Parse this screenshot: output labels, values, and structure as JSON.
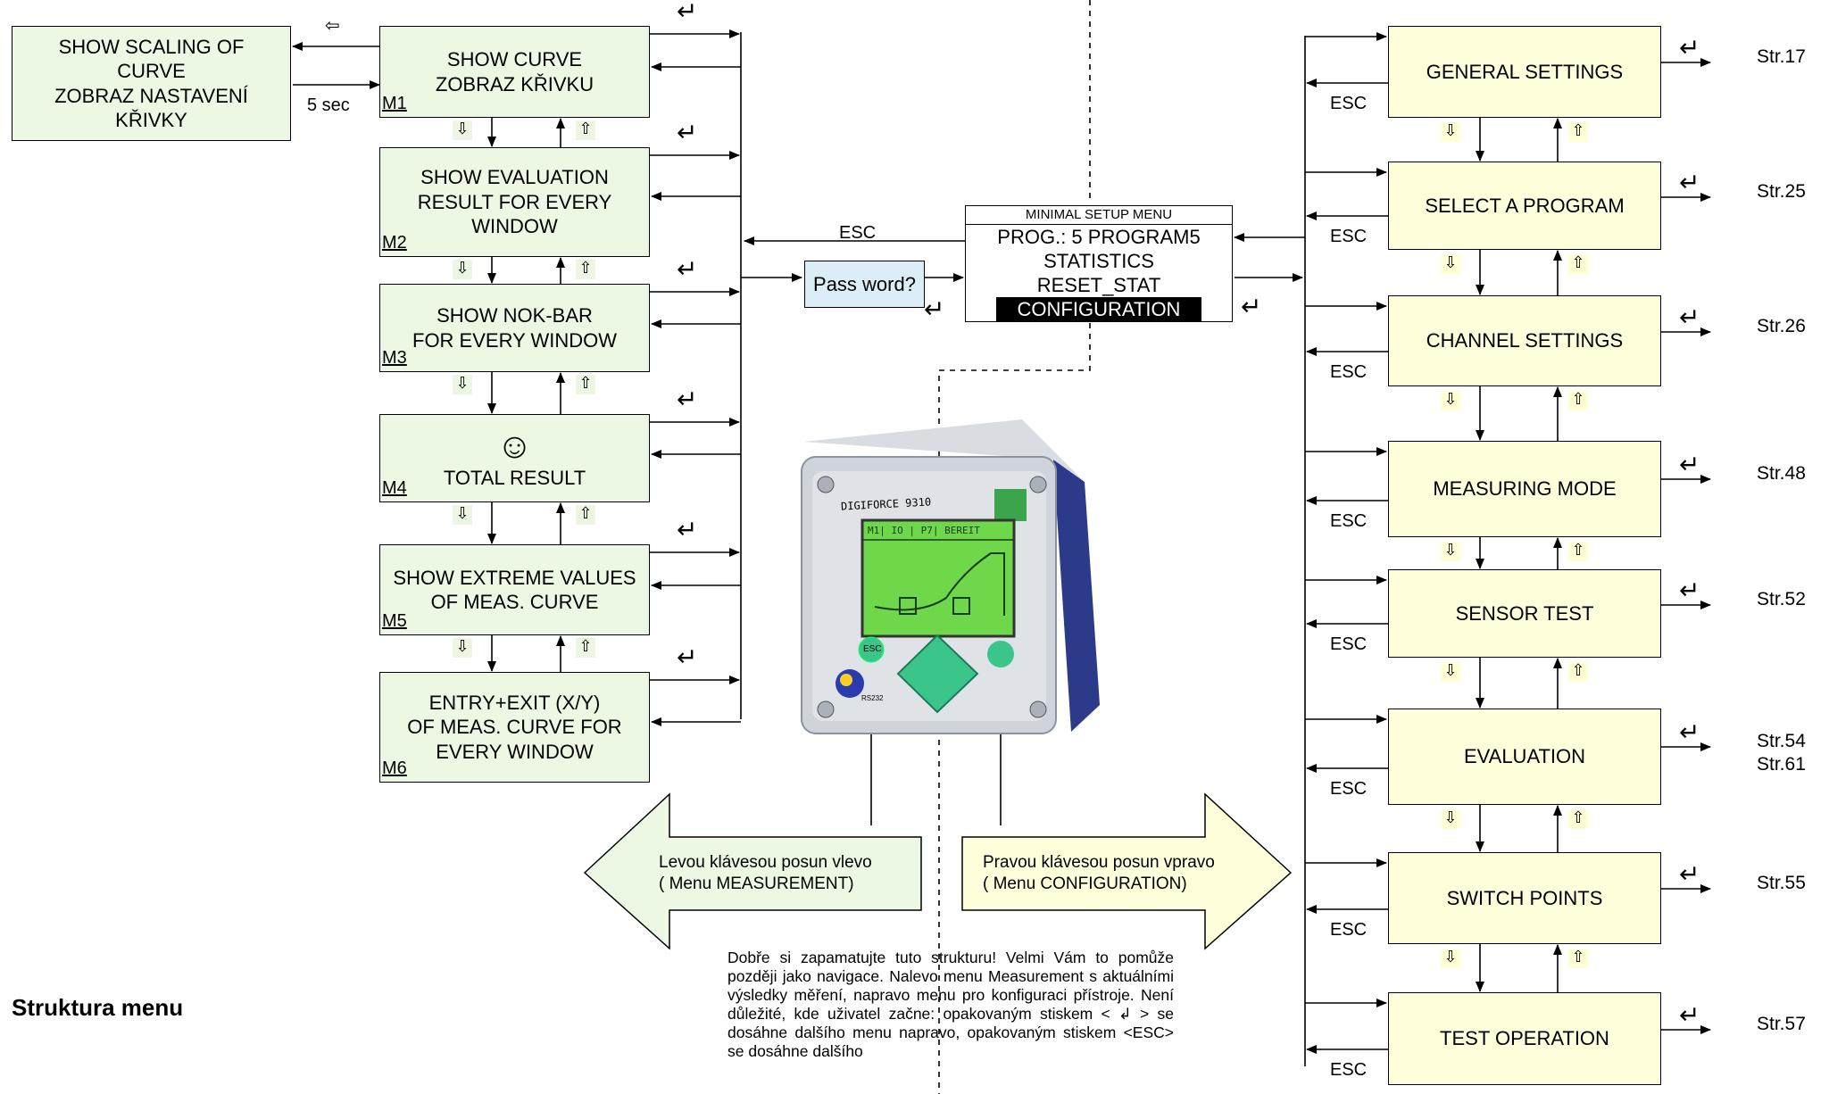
{
  "left_menu": {
    "scaling_box": [
      "SHOW SCALING OF",
      "CURVE",
      "ZOBRAZ NASTAVENÍ",
      "KŘIVKY"
    ],
    "timer_label": "5 sec",
    "back_arrow": "⇦",
    "items": [
      {
        "lines": [
          "SHOW CURVE",
          "ZOBRAZ KŘIVKU"
        ],
        "tag": "M1"
      },
      {
        "lines": [
          "SHOW EVALUATION",
          "RESULT FOR EVERY",
          "WINDOW"
        ],
        "tag": "M2"
      },
      {
        "lines": [
          "SHOW NOK-BAR",
          "FOR EVERY WINDOW"
        ],
        "tag": "M3"
      },
      {
        "lines": [
          "☺",
          "TOTAL RESULT"
        ],
        "tag": "M4"
      },
      {
        "lines": [
          "SHOW EXTREME VALUES",
          "OF MEAS. CURVE"
        ],
        "tag": "M5"
      },
      {
        "lines": [
          "ENTRY+EXIT (X/Y)",
          "OF MEAS. CURVE FOR",
          "EVERY WINDOW"
        ],
        "tag": "M6"
      }
    ]
  },
  "center": {
    "esc_label": "ESC",
    "password_box": "Pass word?",
    "minimal_menu": {
      "title": "MINIMAL SETUP MENU",
      "items": [
        "PROG.: 5 PROGRAM5",
        "STATISTICS",
        "RESET_STAT"
      ],
      "selected": "CONFIGURATION"
    },
    "device": {
      "brand": "DIGIFORCE 9310",
      "screen_header": "M1| IO  | P7| BEREIT",
      "esc_key": "ESC",
      "port_label": "RS232"
    },
    "left_arrow_text": [
      "Levou klávesou posun vlevo",
      "( Menu MEASUREMENT)"
    ],
    "right_arrow_text": [
      "Pravou klávesou posun vpravo",
      "( Menu CONFIGURATION)"
    ],
    "note": "Dobře si zapamatujte tuto strukturu! Velmi Vám to pomůže později jako navigace. Nalevo menu Measurement s aktuálními výsledky měření, napravo menu pro konfiguraci přístroje. Není důležité, kde uživatel začne: opakovaným stiskem < ↲ > se dosáhne dalšího menu napravo, opakovaným stiskem <ESC> se dosáhne dalšího"
  },
  "right_menu": {
    "esc_label": "ESC",
    "items": [
      {
        "label": "GENERAL SETTINGS",
        "ref": "Str.17"
      },
      {
        "label": "SELECT A PROGRAM",
        "ref": "Str.25"
      },
      {
        "label": "CHANNEL SETTINGS",
        "ref": "Str.26"
      },
      {
        "label": "MEASURING MODE",
        "ref": "Str.48"
      },
      {
        "label": "SENSOR TEST",
        "ref": "Str.52"
      },
      {
        "label": "EVALUATION",
        "ref": "Str.54",
        "ref2": "Str.61"
      },
      {
        "label": "SWITCH POINTS",
        "ref": "Str.55"
      },
      {
        "label": "TEST OPERATION",
        "ref": "Str.57"
      }
    ]
  },
  "page_title": "Struktura menu",
  "symbols": {
    "enter": "↵",
    "down": "⇩",
    "up": "⇧"
  },
  "colors": {
    "left_boxes": "#ecf8e3",
    "right_boxes": "#ffffdc",
    "password": "#dbeef8",
    "device_screen": "#6fd84a"
  }
}
